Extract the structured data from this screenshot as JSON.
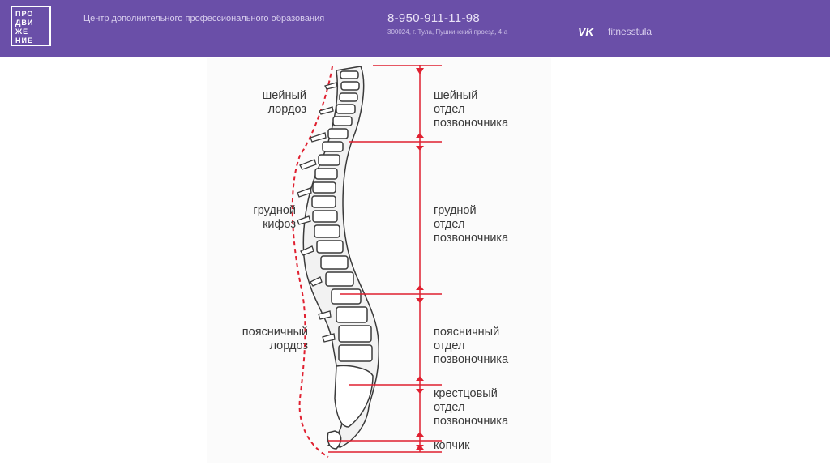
{
  "header": {
    "logo_lines": [
      "ПРО",
      "ДВИ",
      "ЖЕ",
      "НИЕ"
    ],
    "org_name": "Центр дополнительного профессионального образования",
    "phone": "8-950-911-11-98",
    "address": "300024, г. Тула, Пушкинский проезд, 4-а",
    "vk_icon": "vk-icon",
    "vk_label": "VK",
    "vk_handle": "fitnesstula",
    "colors": {
      "bar": "#6a4fa8",
      "text": "#ffffff"
    }
  },
  "diagram": {
    "curves": {
      "cervical": [
        "шейный",
        "лордоз"
      ],
      "thoracic": [
        "грудной",
        "кифоз"
      ],
      "lumbar": [
        "поясничный",
        "лордоз"
      ]
    },
    "sections": {
      "cervical": [
        "шейный",
        "отдел",
        "позвоночника"
      ],
      "thoracic": [
        "грудной",
        "отдел",
        "позвоночника"
      ],
      "lumbar": [
        "поясничный",
        "отдел",
        "позвоночника"
      ],
      "sacral": [
        "крестцовый",
        "отдел",
        "позвоночника"
      ],
      "coccyx": [
        "копчик"
      ]
    },
    "colors": {
      "marker": "#e02030",
      "bone": "#3a3a3a"
    }
  }
}
